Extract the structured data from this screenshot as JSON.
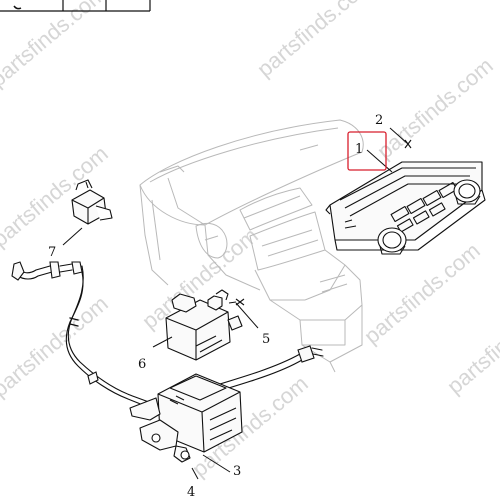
{
  "watermark": {
    "text": "partsfinds.com",
    "color": "#d6d6d6"
  },
  "callouts": [
    {
      "id": "1",
      "label": "1"
    },
    {
      "id": "2",
      "label": "2"
    },
    {
      "id": "3",
      "label": "3"
    },
    {
      "id": "4",
      "label": "4"
    },
    {
      "id": "5",
      "label": "5"
    },
    {
      "id": "6",
      "label": "6"
    },
    {
      "id": "7",
      "label": "7"
    }
  ],
  "highlight": {
    "callout": "1",
    "color": "#d81e2c"
  },
  "colors": {
    "line": "#111111",
    "ghost": "#b9b9b9"
  }
}
